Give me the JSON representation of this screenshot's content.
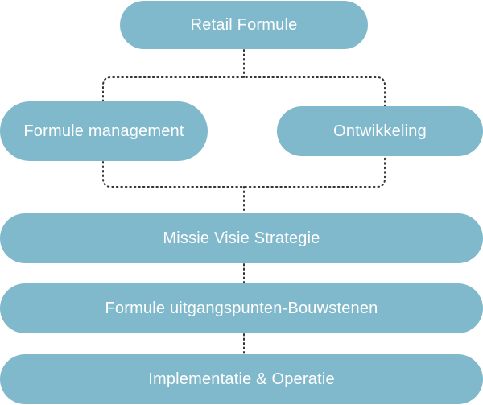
{
  "nodes": {
    "retail_formule": "Retail Formule",
    "formule_management": "Formule management",
    "ontwikkeling": "Ontwikkeling",
    "missie_visie_strategie": "Missie Visie Strategie",
    "formule_uitgangspunten": "Formule uitgangspunten-Bouwstenen",
    "implementatie_operatie": "Implementatie & Operatie"
  },
  "colors": {
    "node_fill": "#80b9cc",
    "node_text": "#ffffff",
    "connector": "#333333"
  }
}
